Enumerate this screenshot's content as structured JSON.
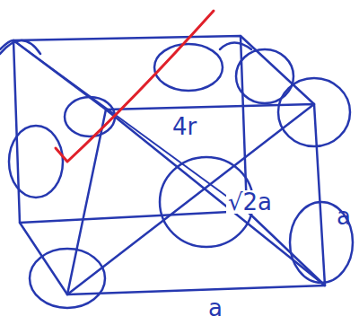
{
  "diagram": {
    "labels": [
      "4r",
      "√2a",
      "a",
      "a"
    ]
  }
}
